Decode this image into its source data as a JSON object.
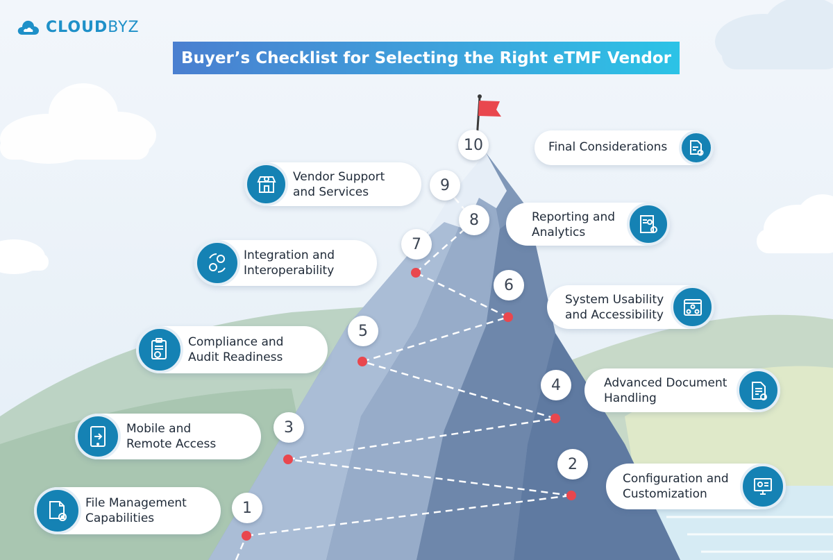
{
  "logo": {
    "brand_bold": "CLOUD",
    "brand_light": "BYZ",
    "icon": "cloud-icon"
  },
  "title": "Buyer’s Checklist for Selecting the Right eTMF Vendor",
  "colors": {
    "accent_blue": "#1582b4",
    "dot_red": "#e9474e",
    "banner_start": "#4a7fd0",
    "banner_end": "#2cc3e6",
    "flag": "#e9474e"
  },
  "steps": [
    {
      "number": "1",
      "label_line1": "File Management",
      "label_line2": "Capabilities",
      "icon": "file-gear-icon"
    },
    {
      "number": "2",
      "label_line1": "Configuration and",
      "label_line2": "Customization",
      "icon": "monitor-settings-icon"
    },
    {
      "number": "3",
      "label_line1": "Mobile and",
      "label_line2": "Remote Access",
      "icon": "tablet-login-icon"
    },
    {
      "number": "4",
      "label_line1": "Advanced Document",
      "label_line2": "Handling",
      "icon": "document-gear-icon"
    },
    {
      "number": "5",
      "label_line1": "Compliance and",
      "label_line2": "Audit Readiness",
      "icon": "clipboard-certificate-icon"
    },
    {
      "number": "6",
      "label_line1": "System Usability",
      "label_line2": "and Accessibility",
      "icon": "browser-network-icon"
    },
    {
      "number": "7",
      "label_line1": "Integration and",
      "label_line2": "Interoperability",
      "icon": "gears-cycle-icon"
    },
    {
      "number": "8",
      "label_line1": "Reporting and",
      "label_line2": "Analytics",
      "icon": "report-chart-icon"
    },
    {
      "number": "9",
      "label_line1": "Vendor Support",
      "label_line2": "and Services",
      "icon": "storefront-icon"
    },
    {
      "number": "10",
      "label_line1": "Final Considerations",
      "label_line2": "",
      "icon": "document-check-gear-icon"
    }
  ]
}
